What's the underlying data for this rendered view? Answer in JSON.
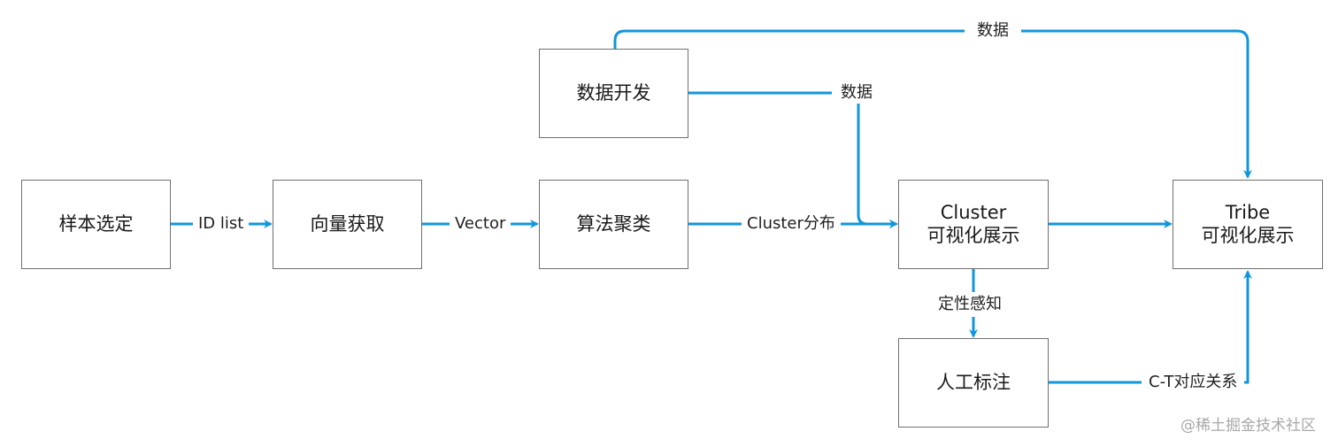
{
  "nodes": {
    "sample_select": "样本选定",
    "vector_fetch": "向量获取",
    "algo_cluster": "算法聚类",
    "data_dev": "数据开发",
    "cluster_vis_line1": "Cluster",
    "cluster_vis_line2": "可视化展示",
    "tribe_vis_line1": "Tribe",
    "tribe_vis_line2": "可视化展示",
    "manual_label": "人工标注"
  },
  "edges": {
    "id_list": "ID list",
    "vector": "Vector",
    "cluster_dist": "Cluster分布",
    "data_top": "数据",
    "data_mid": "数据",
    "qualitative": "定性感知",
    "ct_mapping": "C-T对应关系"
  },
  "watermark": "@稀土掘金技术社区",
  "colors": {
    "arrow": "#1296db",
    "border": "#6f6f6f"
  }
}
